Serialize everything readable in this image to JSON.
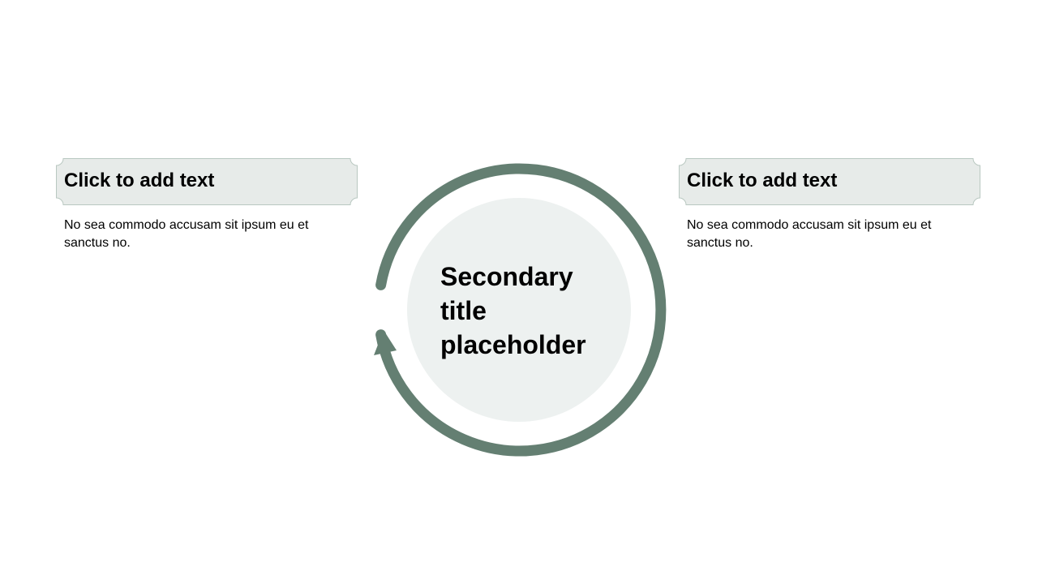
{
  "colors": {
    "accent": "#647f72",
    "header_fill": "#e7ebe9",
    "header_border": "#b9c8c1",
    "center_fill": "#edf1f0"
  },
  "center": {
    "title": "Secondary title placeholder"
  },
  "blocks": [
    {
      "heading": "Click to add text",
      "body": "No sea commodo accusam sit ipsum eu et sanctus no."
    },
    {
      "heading": "Click to add text",
      "body": "No sea commodo accusam sit ipsum eu et sanctus no."
    }
  ]
}
